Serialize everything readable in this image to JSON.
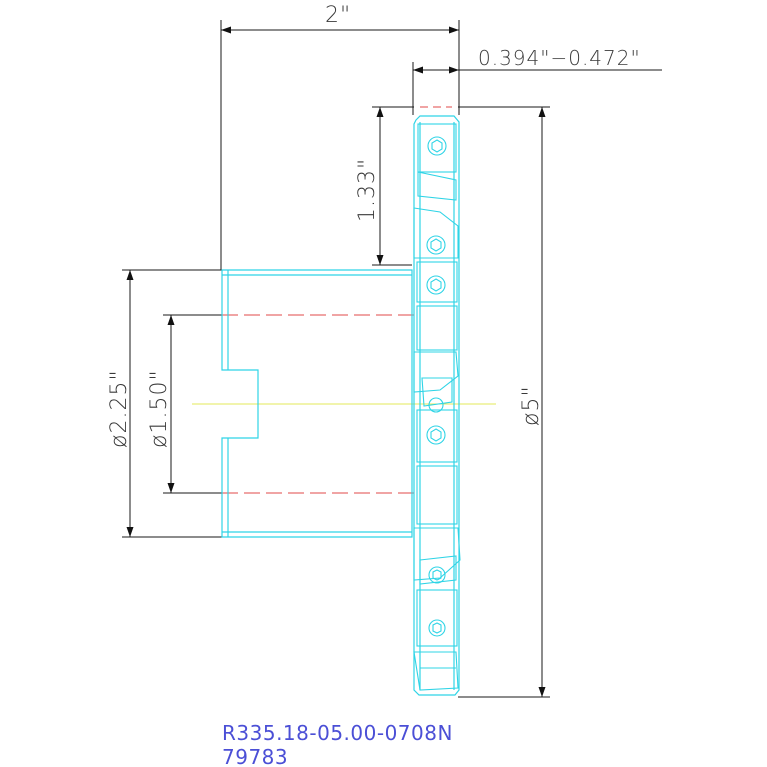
{
  "drawing": {
    "part_number": "R335.18-05.00-0708N",
    "item_code": "79783",
    "colors": {
      "outline": "#2fd4e6",
      "dimension": "#1a1a1a",
      "center_line": "#e04848",
      "axis_line": "#e3e85a",
      "label_text": "#4b4fd6"
    },
    "dimensions": {
      "overall_length": "2\"",
      "cutting_width": "0.394\"−0.472\"",
      "insert_offset": "1.33\"",
      "hub_diameter": "ø2.25\"",
      "bore_diameter": "ø1.50\"",
      "cutter_diameter": "ø5\""
    }
  }
}
